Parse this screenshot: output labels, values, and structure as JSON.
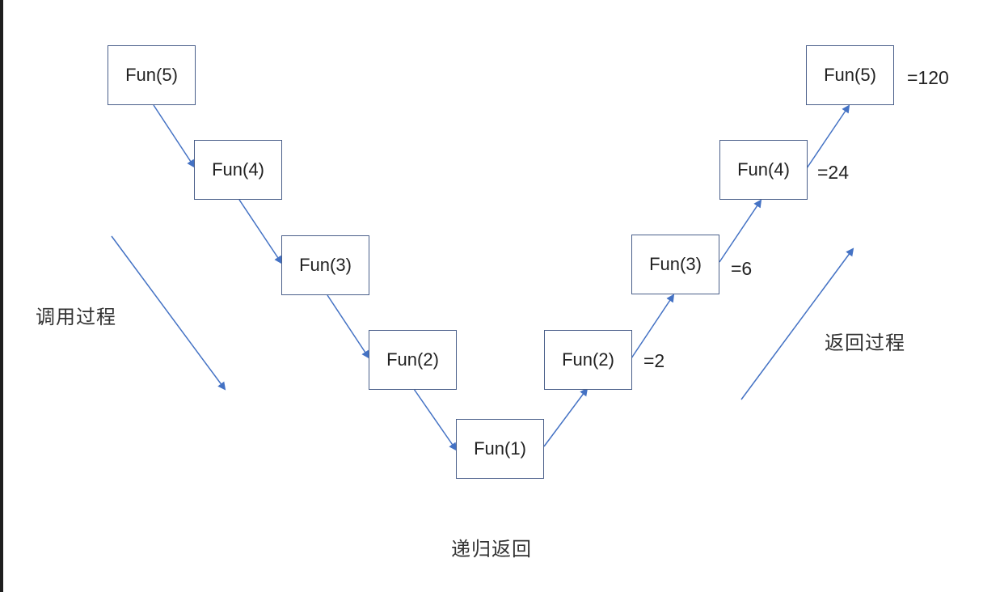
{
  "diagram": {
    "title_bottom": "递归返回",
    "call_label": "调用过程",
    "return_label": "返回过程",
    "call_nodes": [
      "Fun(5)",
      "Fun(4)",
      "Fun(3)",
      "Fun(2)",
      "Fun(1)"
    ],
    "return_nodes": [
      "Fun(2)",
      "Fun(3)",
      "Fun(4)",
      "Fun(5)"
    ],
    "return_values": [
      "=2",
      "=6",
      "=24",
      "=120"
    ],
    "colors": {
      "arrow": "#4472c4",
      "border": "#4a5f8a"
    }
  }
}
